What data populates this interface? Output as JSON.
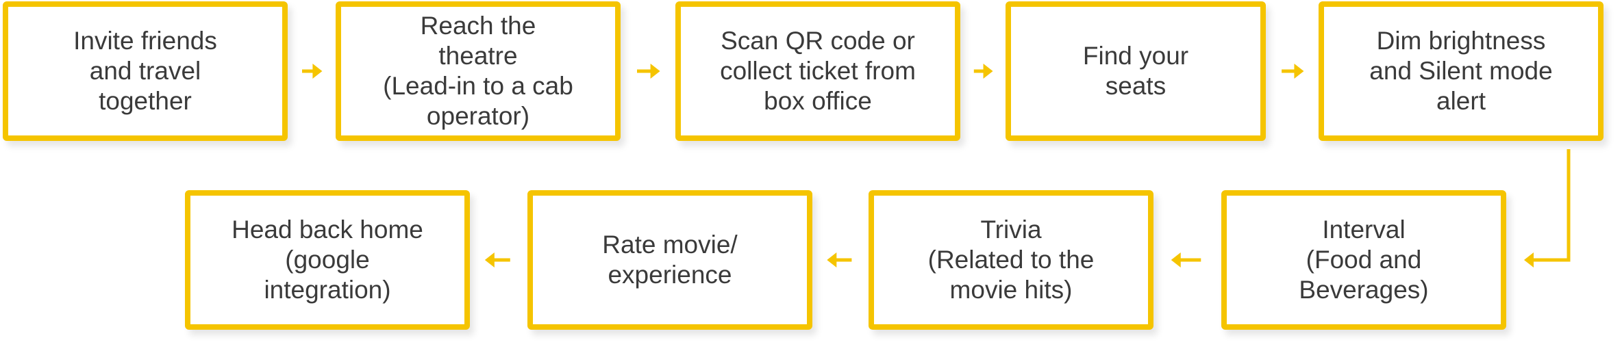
{
  "colors": {
    "accent": "#f5c400",
    "text": "#3a3a3a",
    "background": "#ffffff"
  },
  "flow": {
    "steps": [
      {
        "id": "invite",
        "label": "Invite friends\nand travel\ntogether"
      },
      {
        "id": "reach",
        "label": "Reach the\ntheatre\n(Lead-in to a cab\noperator)"
      },
      {
        "id": "scan",
        "label": "Scan QR code or\ncollect ticket from\nbox office"
      },
      {
        "id": "seats",
        "label": "Find your\nseats"
      },
      {
        "id": "dim",
        "label": "Dim brightness\nand Silent mode\nalert"
      },
      {
        "id": "interval",
        "label": "Interval\n(Food and\nBeverages)"
      },
      {
        "id": "trivia",
        "label": "Trivia\n(Related to the\nmovie hits)"
      },
      {
        "id": "rate",
        "label": "Rate movie/\nexperience"
      },
      {
        "id": "home",
        "label": "Head back home\n(google\nintegration)"
      }
    ],
    "connections": [
      {
        "from": "invite",
        "to": "reach"
      },
      {
        "from": "reach",
        "to": "scan"
      },
      {
        "from": "scan",
        "to": "seats"
      },
      {
        "from": "seats",
        "to": "dim"
      },
      {
        "from": "dim",
        "to": "interval"
      },
      {
        "from": "interval",
        "to": "trivia"
      },
      {
        "from": "trivia",
        "to": "rate"
      },
      {
        "from": "rate",
        "to": "home"
      }
    ]
  }
}
